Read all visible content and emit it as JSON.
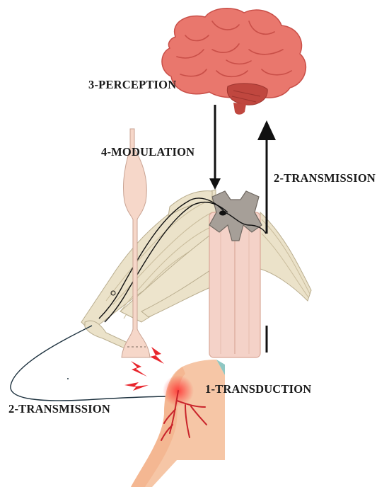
{
  "labels": {
    "perception": "3-PERCEPTION",
    "modulation": "4-MODULATION",
    "transmission_ascending": "2-TRANSMISSION",
    "transmission_peripheral": "2-TRANSMISSION",
    "transduction": "1-TRANSDUCTION"
  },
  "colors": {
    "brain": "#e9776d",
    "brain_dark": "#c94f48",
    "cerebellum": "#c0473f",
    "spinal_cord": "#f4d2c8",
    "nerve_fibers": "#e9dfc6",
    "grey_matter": "#a69f98",
    "skin": "#f6c6a6",
    "blood_vessels": "#c9242b",
    "pain_spark": "#e8262d",
    "arrow": "#111111"
  }
}
